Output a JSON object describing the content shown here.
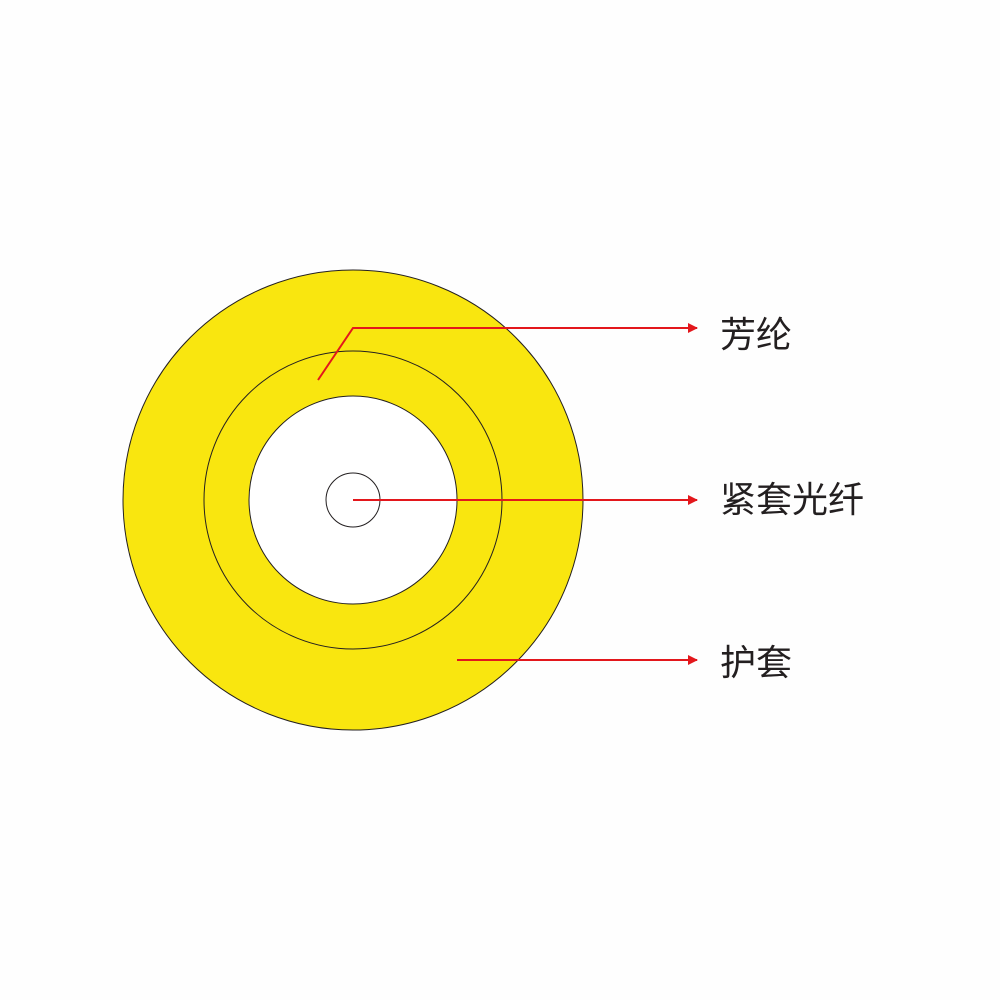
{
  "colors": {
    "background": "#fefefe",
    "jacket_fill": "#f9e60f",
    "fiber_fill": "#ffffff",
    "outline": "#231f20",
    "leader_line": "#e3171c",
    "label_text": "#231f20"
  },
  "labels": {
    "aramid": "芳纶",
    "tight_buffered_fiber": "紧套光纤",
    "jacket": "护套"
  }
}
